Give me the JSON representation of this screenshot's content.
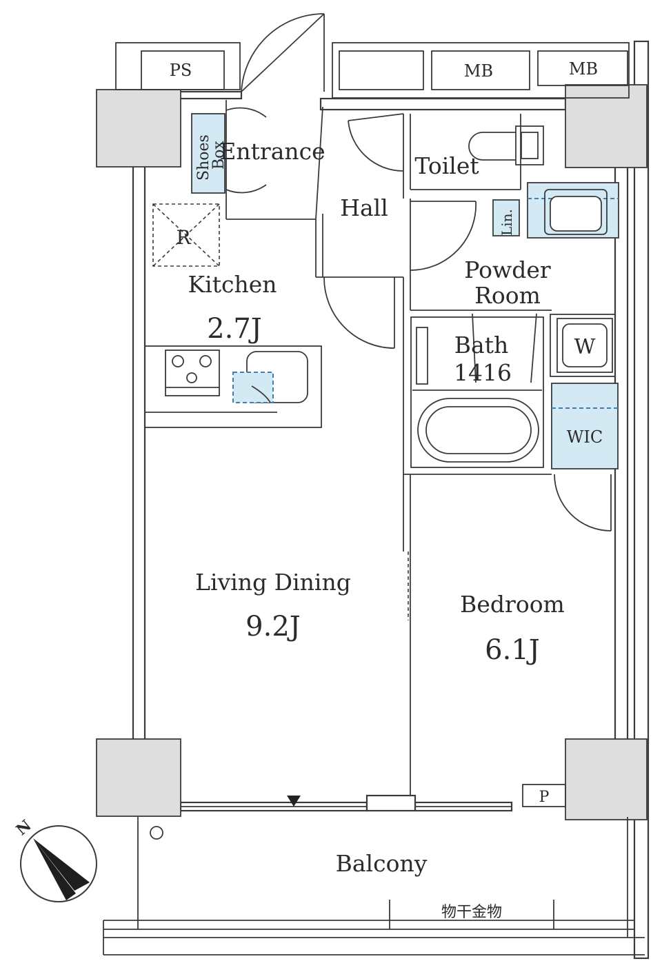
{
  "floor_plan": {
    "rooms": {
      "entrance": "Entrance",
      "shoes_box_line1": "Shoes",
      "shoes_box_line2": "Box",
      "hall": "Hall",
      "toilet": "Toilet",
      "kitchen": "Kitchen",
      "kitchen_area": "2.7J",
      "refrigerator": "R",
      "linen": "Lin.",
      "powder_room_line1": "Powder",
      "powder_room_line2": "Room",
      "bath": "Bath",
      "bath_size": "1416",
      "washer": "W",
      "wic": "WIC",
      "living_dining": "Living Dining",
      "living_dining_area": "9.2J",
      "bedroom": "Bedroom",
      "bedroom_area": "6.1J",
      "balcony": "Balcony",
      "drying_hardware": "物干金物"
    },
    "exterior": {
      "pipe_space": "PS",
      "meter_box_1": "MB",
      "meter_box_2": "MB",
      "p_mark": "P"
    },
    "compass": {
      "label": "N"
    },
    "colors": {
      "accent_blue": "#d3eaf5",
      "wall": "#3a3a3a",
      "column": "#dedede"
    }
  }
}
